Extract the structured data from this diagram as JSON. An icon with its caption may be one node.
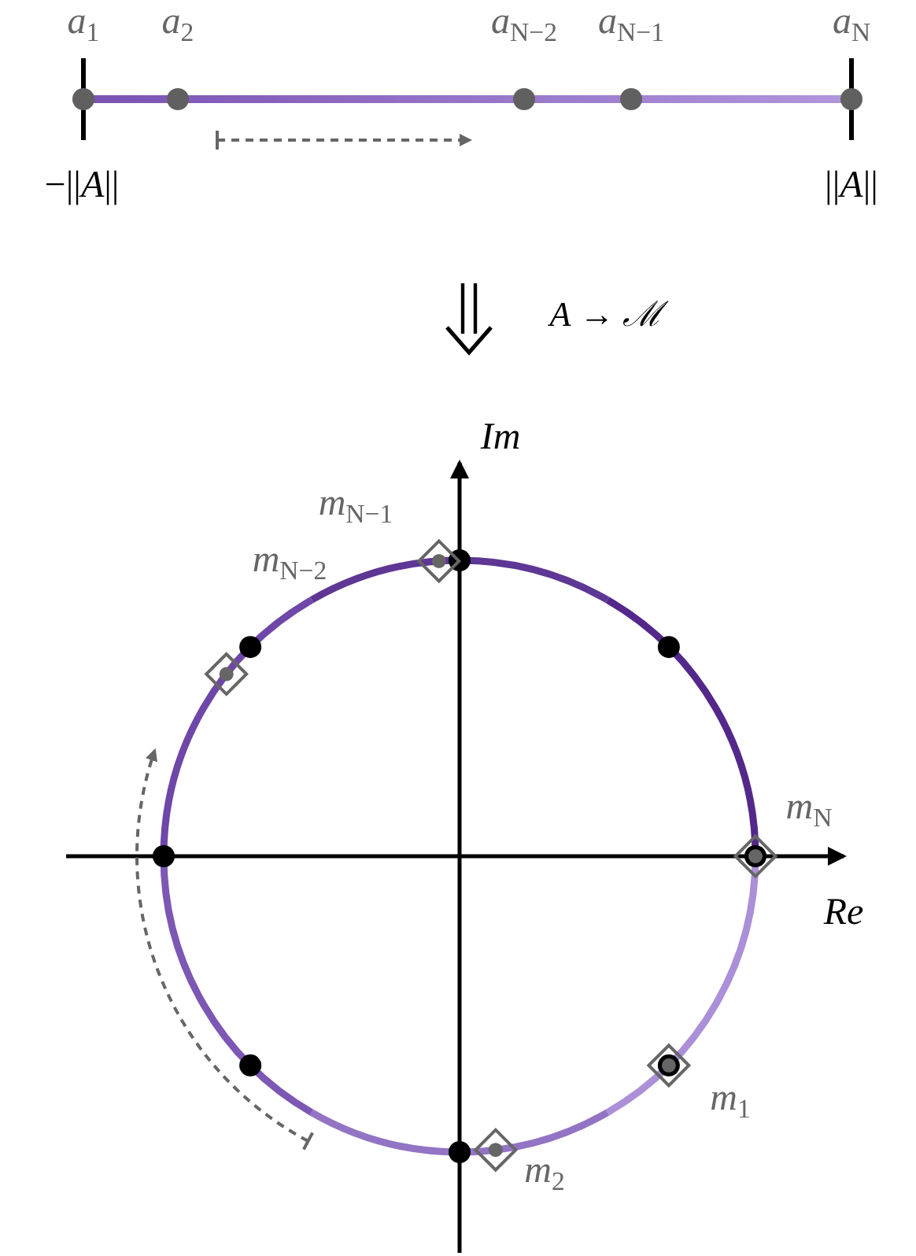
{
  "diagram": {
    "labels": [
      "*a*$_{1}$",
      "*a*$_{2}$",
      "*a*$_{N−2}$",
      "*a*$_{N−1}$",
      "*a*$_{N}$",
      "−||*A*||",
      "||*A*||",
      "*A* → *ℳ*",
      "Im",
      "*m*$_{N−1}$",
      "*m*$_{N−2}$",
      "*m*$_{N}$",
      "Re",
      "*m*$_{1}$",
      "*m*$_{2}$"
    ]
  }
}
